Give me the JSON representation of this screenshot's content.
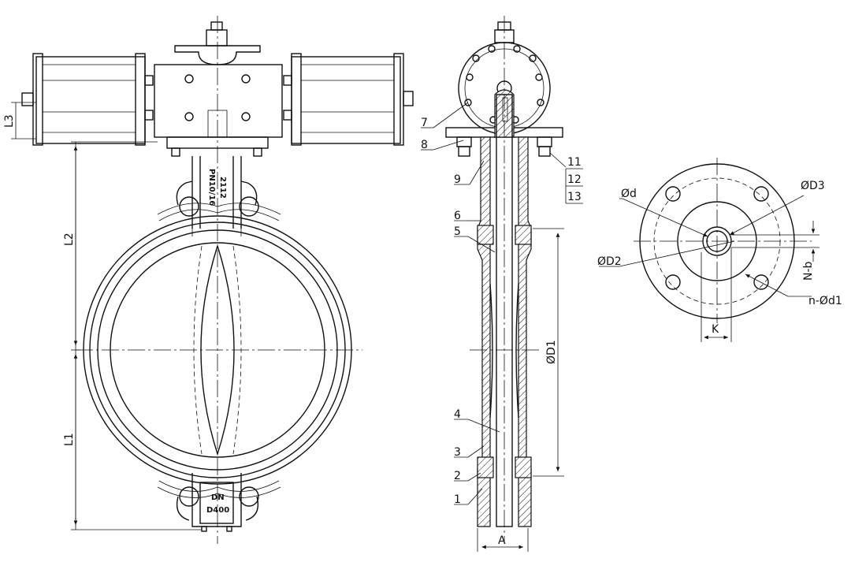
{
  "front_view": {
    "plate_line1": "DN",
    "plate_line2": "D400",
    "stem_mark1": "PN10/16",
    "stem_mark2": "2112",
    "dim_L1": "L1",
    "dim_L2": "L2",
    "dim_L3": "L3"
  },
  "section_view": {
    "parts": [
      "1",
      "2",
      "3",
      "4",
      "5",
      "6",
      "7",
      "8",
      "9",
      "11",
      "12",
      "13"
    ],
    "dim_D1": "ØD1",
    "dim_A": "A"
  },
  "flange_view": {
    "dim_d": "Ød",
    "dim_D2": "ØD2",
    "dim_D3": "ØD3",
    "dim_Nb": "N-b",
    "dim_nd1": "n-Ød1",
    "dim_K": "K"
  }
}
